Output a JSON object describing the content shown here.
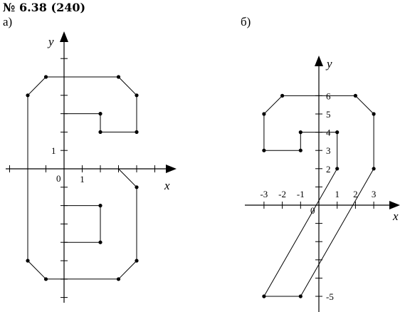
{
  "title": "№ 6.38 (240)",
  "panels": [
    {
      "label": "а)",
      "x_axis_label": "x",
      "y_axis_label": "y",
      "x_tick_labels": [
        {
          "value": 1,
          "text": "1"
        }
      ],
      "y_tick_labels": [
        {
          "value": 1,
          "text": "1"
        }
      ],
      "origin_label": "0",
      "polyline": [
        [
          0,
          0
        ],
        [
          3,
          0
        ],
        [
          4,
          -1
        ],
        [
          4,
          -5
        ],
        [
          3,
          -6
        ],
        [
          -1,
          -6
        ],
        [
          -2,
          -5
        ],
        [
          -2,
          4
        ],
        [
          -1,
          5
        ],
        [
          3,
          5
        ],
        [
          4,
          4
        ],
        [
          4,
          2
        ],
        [
          2,
          2
        ],
        [
          2,
          3
        ],
        [
          0,
          3
        ],
        [
          0,
          0
        ]
      ],
      "square": [
        [
          0,
          -2
        ],
        [
          2,
          -2
        ],
        [
          2,
          -4
        ],
        [
          0,
          -4
        ],
        [
          0,
          -2
        ]
      ],
      "dots": [
        [
          -1,
          5
        ],
        [
          3,
          5
        ],
        [
          -2,
          4
        ],
        [
          4,
          4
        ],
        [
          2,
          3
        ],
        [
          2,
          2
        ],
        [
          4,
          2
        ],
        [
          4,
          -1
        ],
        [
          2,
          -2
        ],
        [
          2,
          -4
        ],
        [
          -2,
          -5
        ],
        [
          4,
          -5
        ],
        [
          -1,
          -6
        ],
        [
          3,
          -6
        ]
      ]
    },
    {
      "label": "б)",
      "x_axis_label": "x",
      "y_axis_label": "y",
      "x_tick_labels": [
        {
          "value": -3,
          "text": "-3"
        },
        {
          "value": -2,
          "text": "-2"
        },
        {
          "value": -1,
          "text": "-1"
        },
        {
          "value": 1,
          "text": "1"
        },
        {
          "value": 2,
          "text": "2"
        },
        {
          "value": 3,
          "text": "3"
        }
      ],
      "y_tick_labels": [
        {
          "value": 2,
          "text": "2"
        },
        {
          "value": 3,
          "text": "3"
        },
        {
          "value": 4,
          "text": "4"
        },
        {
          "value": 5,
          "text": "5"
        },
        {
          "value": 6,
          "text": "6"
        },
        {
          "value": -5,
          "text": "-5"
        }
      ],
      "origin_label": "0",
      "polyline": [
        [
          3,
          2
        ],
        [
          3,
          5
        ],
        [
          2,
          6
        ],
        [
          -2,
          6
        ],
        [
          -3,
          5
        ],
        [
          -3,
          3
        ],
        [
          -1,
          3
        ],
        [
          -1,
          4
        ],
        [
          1,
          4
        ],
        [
          1,
          2
        ],
        [
          -3,
          -5
        ],
        [
          -1,
          -5
        ],
        [
          3,
          2
        ]
      ],
      "dots": [
        [
          -2,
          6
        ],
        [
          2,
          6
        ],
        [
          -3,
          5
        ],
        [
          3,
          5
        ],
        [
          -1,
          4
        ],
        [
          1,
          4
        ],
        [
          -3,
          3
        ],
        [
          -1,
          3
        ],
        [
          1,
          2
        ],
        [
          3,
          2
        ],
        [
          -3,
          -5
        ],
        [
          -1,
          -5
        ]
      ]
    }
  ]
}
